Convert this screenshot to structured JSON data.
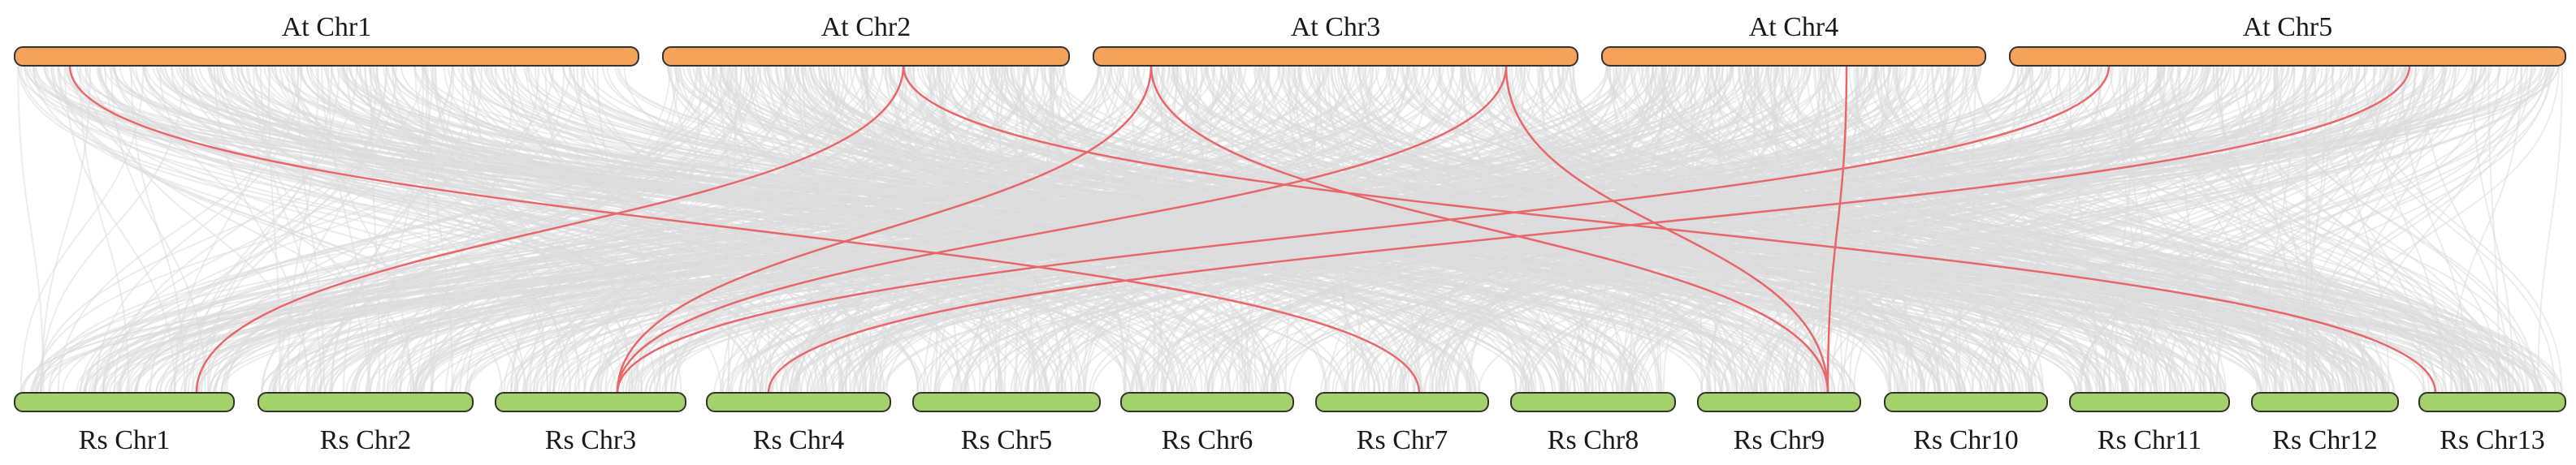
{
  "top_genome": {
    "chromosomes": [
      {
        "label": "At Chr1"
      },
      {
        "label": "At Chr2"
      },
      {
        "label": "At Chr3"
      },
      {
        "label": "At Chr4"
      },
      {
        "label": "At Chr5"
      }
    ],
    "color": "#f5a35a"
  },
  "bottom_genome": {
    "chromosomes": [
      {
        "label": "Rs Chr1"
      },
      {
        "label": "Rs Chr2"
      },
      {
        "label": "Rs Chr3"
      },
      {
        "label": "Rs Chr4"
      },
      {
        "label": "Rs Chr5"
      },
      {
        "label": "Rs Chr6"
      },
      {
        "label": "Rs Chr7"
      },
      {
        "label": "Rs Chr8"
      },
      {
        "label": "Rs Chr9"
      },
      {
        "label": "Rs Chr10"
      },
      {
        "label": "Rs Chr11"
      },
      {
        "label": "Rs Chr12"
      },
      {
        "label": "Rs Chr13"
      }
    ],
    "color": "#a3d16a"
  },
  "highlighted_links": [
    {
      "from": "At Chr1",
      "to": "Rs Chr7"
    },
    {
      "from": "At Chr2",
      "to": "Rs Chr1"
    },
    {
      "from": "At Chr2",
      "to": "Rs Chr13"
    },
    {
      "from": "At Chr3",
      "to": "Rs Chr3"
    },
    {
      "from": "At Chr3",
      "to": "Rs Chr9"
    },
    {
      "from": "At Chr3",
      "to": "Rs Chr3"
    },
    {
      "from": "At Chr3",
      "to": "Rs Chr9"
    },
    {
      "from": "At Chr4",
      "to": "Rs Chr9"
    },
    {
      "from": "At Chr5",
      "to": "Rs Chr3"
    },
    {
      "from": "At Chr5",
      "to": "Rs Chr4"
    }
  ],
  "colors": {
    "background_links": "#dcdcdc",
    "highlight_links": "#e8676a",
    "bar_outline": "#333333"
  }
}
